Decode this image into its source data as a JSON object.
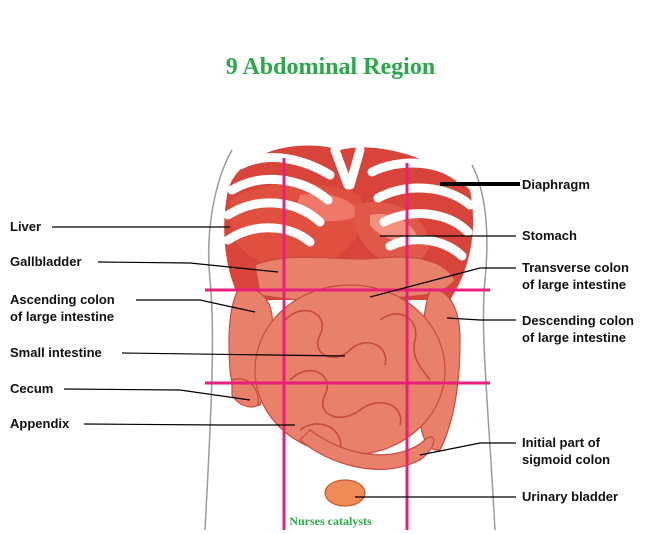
{
  "title": "9 Abdominal Region",
  "credit": "Nurses catalysts",
  "colors": {
    "title": "#2aa84a",
    "region_lines": "#e8207a",
    "organ": "#e8806a",
    "organ_dark": "#c84a3c",
    "rib": "#ffffff",
    "rib_gap": "#d8443a"
  },
  "labels_left": [
    {
      "id": "liver",
      "lines": [
        "Liver"
      ]
    },
    {
      "id": "gallbladder",
      "lines": [
        "Gallbladder"
      ]
    },
    {
      "id": "ascending-colon",
      "lines": [
        "Ascending colon",
        "of large intestine"
      ]
    },
    {
      "id": "small-intestine",
      "lines": [
        "Small intestine"
      ]
    },
    {
      "id": "cecum",
      "lines": [
        "Cecum"
      ]
    },
    {
      "id": "appendix",
      "lines": [
        "Appendix"
      ]
    }
  ],
  "labels_right": [
    {
      "id": "diaphragm",
      "lines": [
        "Diaphragm"
      ]
    },
    {
      "id": "stomach",
      "lines": [
        "Stomach"
      ]
    },
    {
      "id": "transverse-colon",
      "lines": [
        "Transverse colon",
        "of large intestine"
      ]
    },
    {
      "id": "descending-colon",
      "lines": [
        "Descending colon",
        "of large intestine"
      ]
    },
    {
      "id": "sigmoid-colon",
      "lines": [
        "Initial part of",
        "sigmoid colon"
      ]
    },
    {
      "id": "urinary-bladder",
      "lines": [
        "Urinary bladder"
      ]
    }
  ]
}
